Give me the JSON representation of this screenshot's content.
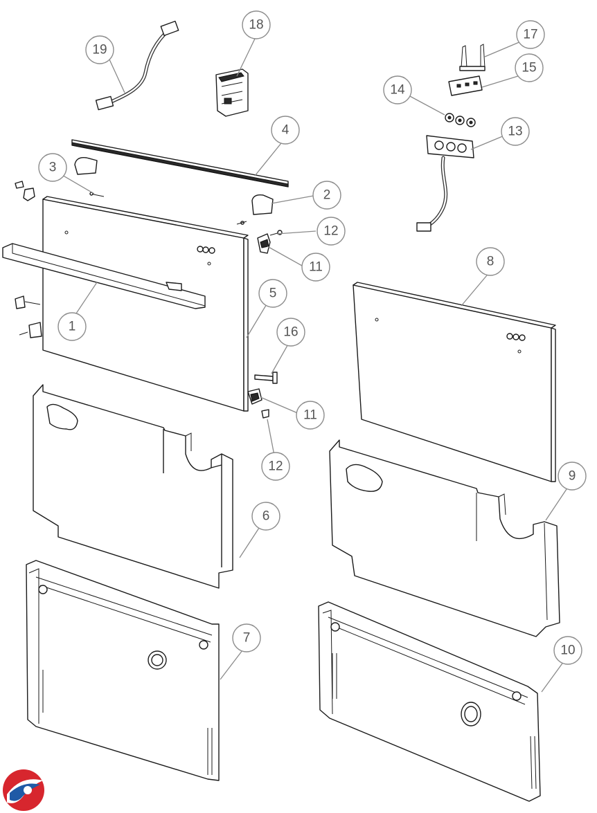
{
  "callouts": [
    {
      "id": "1",
      "label": "1"
    },
    {
      "id": "2",
      "label": "2"
    },
    {
      "id": "3",
      "label": "3"
    },
    {
      "id": "4",
      "label": "4"
    },
    {
      "id": "5",
      "label": "5"
    },
    {
      "id": "6",
      "label": "6"
    },
    {
      "id": "7",
      "label": "7"
    },
    {
      "id": "8",
      "label": "8"
    },
    {
      "id": "9",
      "label": "9"
    },
    {
      "id": "10",
      "label": "10"
    },
    {
      "id": "11a",
      "label": "11"
    },
    {
      "id": "11b",
      "label": "11"
    },
    {
      "id": "12a",
      "label": "12"
    },
    {
      "id": "12b",
      "label": "12"
    },
    {
      "id": "13",
      "label": "13"
    },
    {
      "id": "14",
      "label": "14"
    },
    {
      "id": "15",
      "label": "15"
    },
    {
      "id": "16",
      "label": "16"
    },
    {
      "id": "17",
      "label": "17"
    },
    {
      "id": "18",
      "label": "18"
    },
    {
      "id": "19",
      "label": "19"
    }
  ],
  "logo": {
    "name": "brand-logo",
    "colors": [
      "#d7262e",
      "#1f5aa6"
    ]
  }
}
